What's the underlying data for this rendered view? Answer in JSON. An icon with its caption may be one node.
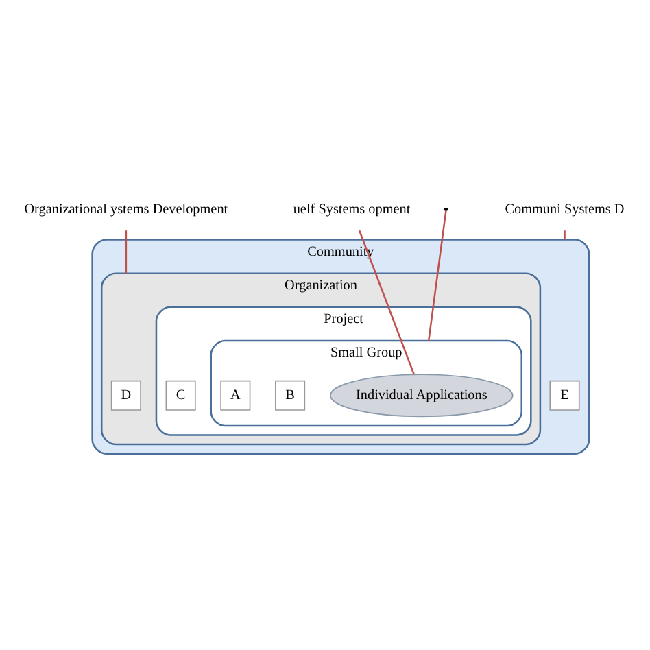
{
  "diagram": {
    "nodes": [
      {
        "text": [
          "Organizational ystems Development"
        ]
      },
      {
        "text": [
          "uelf Systems opment"
        ]
      },
      {
        "text": [
          "Communi Systems D"
        ]
      },
      {
        "text": [
          "Community"
        ]
      },
      {
        "text": [
          "Organization"
        ],
        "in": 3
      },
      {
        "text": [
          "Project"
        ],
        "in": 4
      },
      {
        "text": [
          "Small Group"
        ],
        "in": 5
      },
      {
        "text": [
          "Individual Applications"
        ],
        "in": 6
      },
      {
        "text": [
          "E"
        ],
        "in": 3
      },
      {
        "text": [
          "D"
        ],
        "in": 4
      },
      {
        "text": [
          "C"
        ],
        "in": 5
      },
      {
        "text": [
          "B"
        ],
        "in": 6
      },
      {
        "text": [
          "A"
        ],
        "in": 6
      }
    ],
    "edges": [
      {
        "from": 0,
        "to": 4,
        "arrow": "none"
      },
      {
        "from": 1,
        "to": 7,
        "arrow": "none"
      },
      {
        "from": 2,
        "to": 3,
        "arrow": "none"
      },
      {
        "from": null,
        "to": 6,
        "arrow": "none"
      }
    ]
  }
}
